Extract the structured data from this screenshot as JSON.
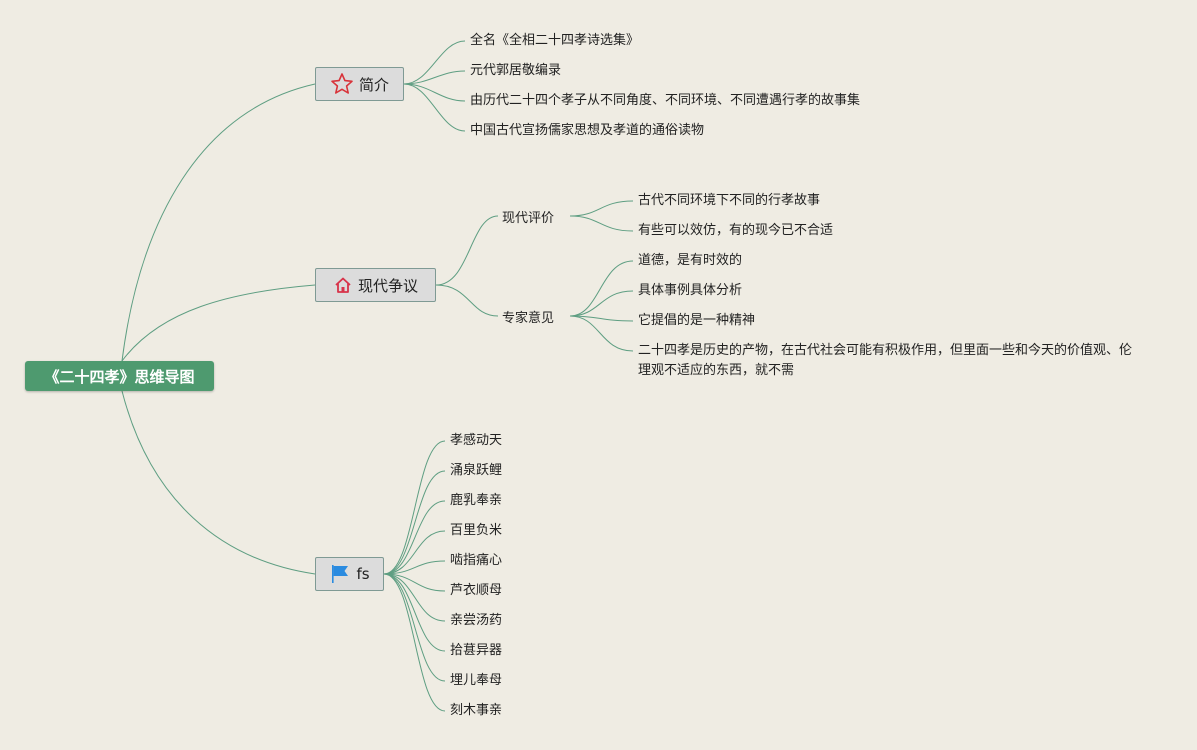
{
  "root": {
    "label": "《二十四孝》思维导图"
  },
  "branches": {
    "intro": {
      "label": "简介",
      "icon": "star-icon",
      "leaves": [
        "全名《全相二十四孝诗选集》",
        "元代郭居敬编录",
        "由历代二十四个孝子从不同角度、不同环境、不同遭遇行孝的故事集",
        "中国古代宣扬儒家思想及孝道的通俗读物"
      ]
    },
    "debate": {
      "label": "现代争议",
      "icon": "home-icon",
      "subs": {
        "evaluation": {
          "label": "现代评价",
          "leaves": [
            "古代不同环境下不同的行孝故事",
            "有些可以效仿，有的现今已不合适"
          ]
        },
        "experts": {
          "label": "专家意见",
          "leaves": [
            "道德，是有时效的",
            "具体事例具体分析",
            "它提倡的是一种精神",
            "二十四孝是历史的产物，在古代社会可能有积极作用，但里面一些和今天的价值观、伦理观不适应的东西，就不需"
          ]
        }
      }
    },
    "fs": {
      "label": "fs",
      "icon": "flag-icon",
      "leaves": [
        "孝感动天",
        "涌泉跃鲤",
        "鹿乳奉亲",
        "百里负米",
        "啮指痛心",
        "芦衣顺母",
        "亲尝汤药",
        "拾葚异器",
        "埋儿奉母",
        "刻木事亲"
      ]
    }
  },
  "colors": {
    "background": "#efece3",
    "root": "#4e9a6f",
    "line": "#5e9e82",
    "branch_border": "#7f9a94"
  }
}
